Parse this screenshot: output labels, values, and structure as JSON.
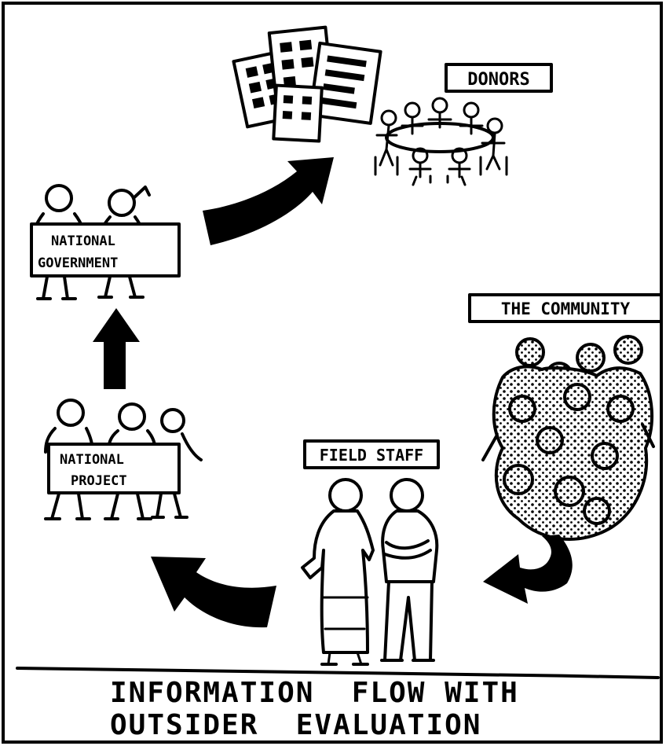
{
  "nodes": {
    "donors": {
      "label": "DONORS"
    },
    "national_government": {
      "label_line1": "NATIONAL",
      "label_line2": "GOVERNMENT"
    },
    "community": {
      "label": "THE COMMUNITY"
    },
    "field_staff": {
      "label": "FIELD STAFF"
    },
    "national_project": {
      "label_line1": "NATIONAL",
      "label_line2": "PROJECT"
    }
  },
  "caption": {
    "line1": "INFORMATION  FLOW WITH",
    "line2": "OUTSIDER  EVALUATION"
  },
  "icons": [
    "documents-icon",
    "meeting-table-icon",
    "crowd-icon",
    "person-icon",
    "arrow-icon"
  ],
  "colors": {
    "ink": "#000000",
    "paper": "#ffffff",
    "dots": "#000000"
  }
}
